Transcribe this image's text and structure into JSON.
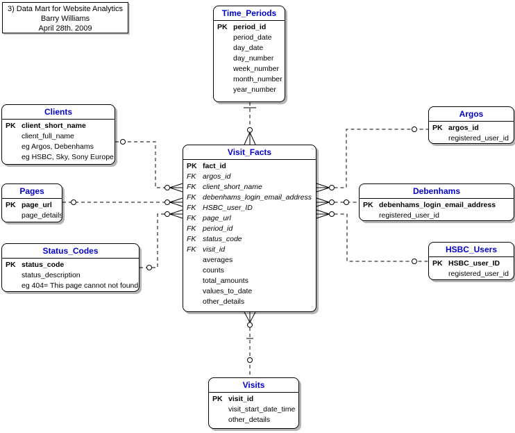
{
  "note_box": {
    "lines": [
      "3)  Data Mart for Website Analytics",
      "Barry Williams",
      "April 28th. 2009"
    ]
  },
  "entities": [
    {
      "id": "time_periods",
      "title": "Time_Periods",
      "rows": [
        {
          "key": "PK",
          "name": "period_id"
        },
        {
          "key": "",
          "name": "period_date"
        },
        {
          "key": "",
          "name": "day_date"
        },
        {
          "key": "",
          "name": "day_number"
        },
        {
          "key": "",
          "name": "week_number"
        },
        {
          "key": "",
          "name": "month_number"
        },
        {
          "key": "",
          "name": "year_number"
        }
      ]
    },
    {
      "id": "clients",
      "title": "Clients",
      "rows": [
        {
          "key": "PK",
          "name": "client_short_name"
        },
        {
          "key": "",
          "name": "client_full_name"
        },
        {
          "key": "",
          "name": "eg Argos, Debenhams"
        },
        {
          "key": "",
          "name": "eg HSBC, Sky, Sony Europe"
        }
      ]
    },
    {
      "id": "pages",
      "title": "Pages",
      "rows": [
        {
          "key": "PK",
          "name": "page_url"
        },
        {
          "key": "",
          "name": "page_details"
        }
      ]
    },
    {
      "id": "status_codes",
      "title": "Status_Codes",
      "rows": [
        {
          "key": "PK",
          "name": "status_code"
        },
        {
          "key": "",
          "name": "status_description"
        },
        {
          "key": "",
          "name": "eg 404= This page cannot not found"
        }
      ]
    },
    {
      "id": "visit_facts",
      "title": "Visit_Facts",
      "rows": [
        {
          "key": "PK",
          "name": "fact_id"
        },
        {
          "key": "FK",
          "name": "argos_id"
        },
        {
          "key": "FK",
          "name": "client_short_name"
        },
        {
          "key": "FK",
          "name": "debenhams_login_email_address"
        },
        {
          "key": "FK",
          "name": "HSBC_user_ID"
        },
        {
          "key": "FK",
          "name": "page_url"
        },
        {
          "key": "FK",
          "name": "period_id"
        },
        {
          "key": "FK",
          "name": "status_code"
        },
        {
          "key": "FK",
          "name": "visit_id"
        },
        {
          "key": "",
          "name": "averages"
        },
        {
          "key": "",
          "name": "counts"
        },
        {
          "key": "",
          "name": "total_amounts"
        },
        {
          "key": "",
          "name": "values_to_date"
        },
        {
          "key": "",
          "name": "other_details"
        }
      ]
    },
    {
      "id": "argos",
      "title": "Argos",
      "rows": [
        {
          "key": "PK",
          "name": "argos_id"
        },
        {
          "key": "",
          "name": "registered_user_id"
        }
      ]
    },
    {
      "id": "debenhams",
      "title": "Debenhams",
      "rows": [
        {
          "key": "PK",
          "name": "debenhams_login_email_address"
        },
        {
          "key": "",
          "name": "registered_user_id"
        }
      ]
    },
    {
      "id": "hsbc_users",
      "title": "HSBC_Users",
      "rows": [
        {
          "key": "PK",
          "name": "HSBC_user_ID"
        },
        {
          "key": "",
          "name": "registered_user_id"
        }
      ]
    },
    {
      "id": "visits",
      "title": "Visits",
      "rows": [
        {
          "key": "PK",
          "name": "visit_id"
        },
        {
          "key": "",
          "name": "visit_start_date_time"
        },
        {
          "key": "",
          "name": "other_details"
        }
      ]
    }
  ],
  "relationships": [
    {
      "from": "Time_Periods",
      "to": "Visit_Facts",
      "from_cardinality": "one",
      "to_cardinality": "zero-or-many"
    },
    {
      "from": "Clients",
      "to": "Visit_Facts",
      "from_cardinality": "zero-or-one",
      "to_cardinality": "zero-or-many"
    },
    {
      "from": "Pages",
      "to": "Visit_Facts",
      "from_cardinality": "zero-or-one",
      "to_cardinality": "zero-or-many"
    },
    {
      "from": "Status_Codes",
      "to": "Visit_Facts",
      "from_cardinality": "zero-or-one",
      "to_cardinality": "zero-or-many"
    },
    {
      "from": "Argos",
      "to": "Visit_Facts",
      "from_cardinality": "zero-or-one",
      "to_cardinality": "zero-or-many"
    },
    {
      "from": "Debenhams",
      "to": "Visit_Facts",
      "from_cardinality": "zero-or-one",
      "to_cardinality": "zero-or-many"
    },
    {
      "from": "HSBC_Users",
      "to": "Visit_Facts",
      "from_cardinality": "zero-or-one",
      "to_cardinality": "zero-or-many"
    },
    {
      "from": "Visits",
      "to": "Visit_Facts",
      "from_cardinality": "zero-or-one",
      "to_cardinality": "zero-or-many"
    }
  ],
  "colors": {
    "entity_title_text": "#0000CC",
    "box_border": "#000000",
    "box_shadow": "#B4B4B4",
    "relationship_line": "#000000",
    "background": "#FFFFFF"
  }
}
